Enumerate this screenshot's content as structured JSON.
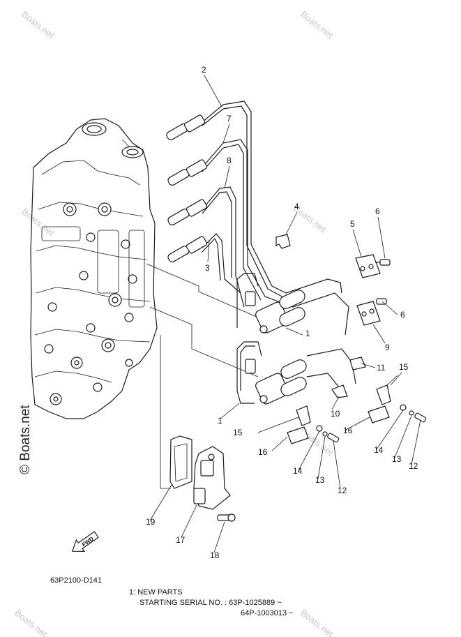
{
  "watermark": {
    "text": "Boats.net",
    "logo_text": "© Boats.net",
    "symbol": "©"
  },
  "part_callouts": [
    {
      "label": "2"
    },
    {
      "label": "7"
    },
    {
      "label": "8"
    },
    {
      "label": "3"
    },
    {
      "label": "4"
    },
    {
      "label": "5"
    },
    {
      "label": "6"
    },
    {
      "label": "6"
    },
    {
      "label": "9"
    },
    {
      "label": "1"
    },
    {
      "label": "11"
    },
    {
      "label": "15"
    },
    {
      "label": "10"
    },
    {
      "label": "16"
    },
    {
      "label": "14"
    },
    {
      "label": "13"
    },
    {
      "label": "12"
    },
    {
      "label": "1"
    },
    {
      "label": "15"
    },
    {
      "label": "16"
    },
    {
      "label": "14"
    },
    {
      "label": "13"
    },
    {
      "label": "12"
    },
    {
      "label": "19"
    },
    {
      "label": "17"
    },
    {
      "label": "18"
    }
  ],
  "fwd_label": "FWD",
  "diagram_code": "63P2100-D141",
  "notes": {
    "line1": "1:  NEW PARTS",
    "line2": "STARTING SERIAL NO. : 63P-1025889 ~",
    "line3": "64P-1003013 ~"
  }
}
